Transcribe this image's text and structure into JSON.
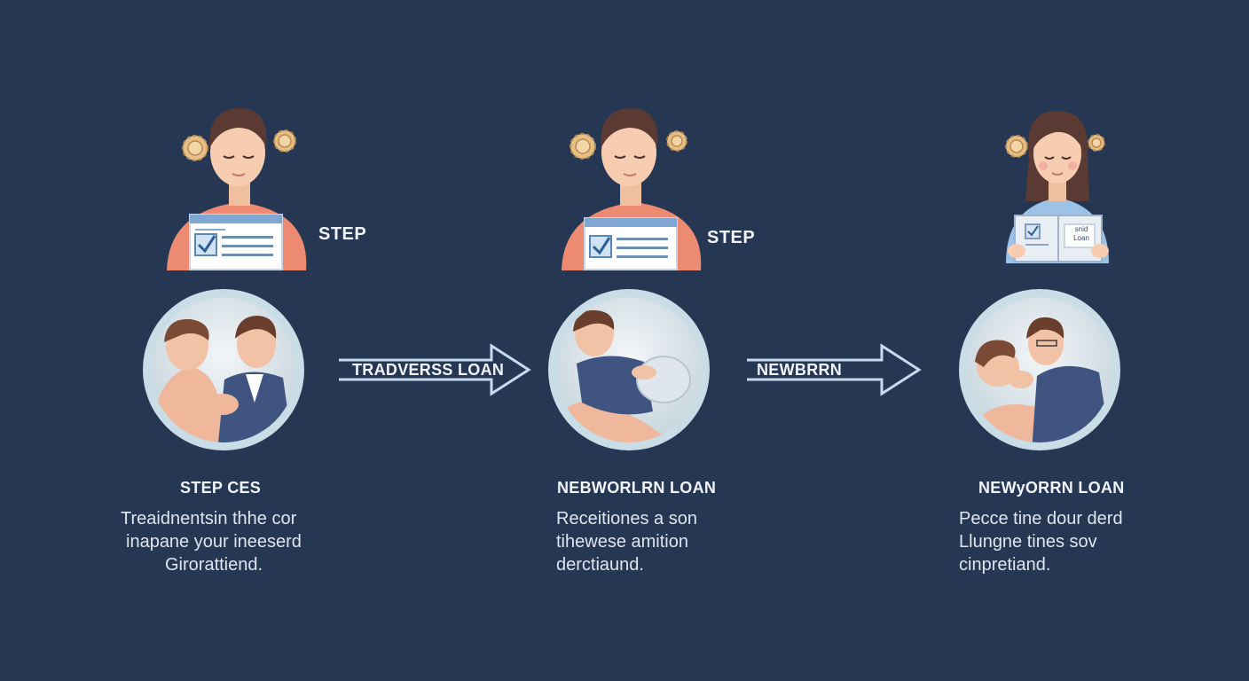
{
  "steps": [
    {
      "person_label": "STEP",
      "title": "STEP CES",
      "desc_lines": [
        "Treaidnentsin thhe cor",
        "inapane your ineeserd",
        "Girorattiend."
      ]
    },
    {
      "person_label": "STEP",
      "title": "NEBWORLRN LOAN",
      "desc_lines": [
        "Receitiones a son",
        "tihewese amition",
        "derctiaund."
      ]
    },
    {
      "person_label": "",
      "document_text": [
        "snid",
        "Loan"
      ],
      "title": "NEWyORRN LOAN",
      "desc_lines": [
        "Pecce tine dour derd",
        "Llungne tines sov",
        "cinpretiand."
      ]
    }
  ],
  "arrows": [
    {
      "label": "TRADVERSS LOAN"
    },
    {
      "label": "NEWBRRN"
    }
  ],
  "colors": {
    "background": "#263754",
    "shirt": "#ec8a72",
    "blouse": "#9cc2e6",
    "skin": "#f7cdb2",
    "hair": "#5a3a32",
    "circle_ring": "#c9dde6",
    "arrow": "#c5dcef"
  }
}
